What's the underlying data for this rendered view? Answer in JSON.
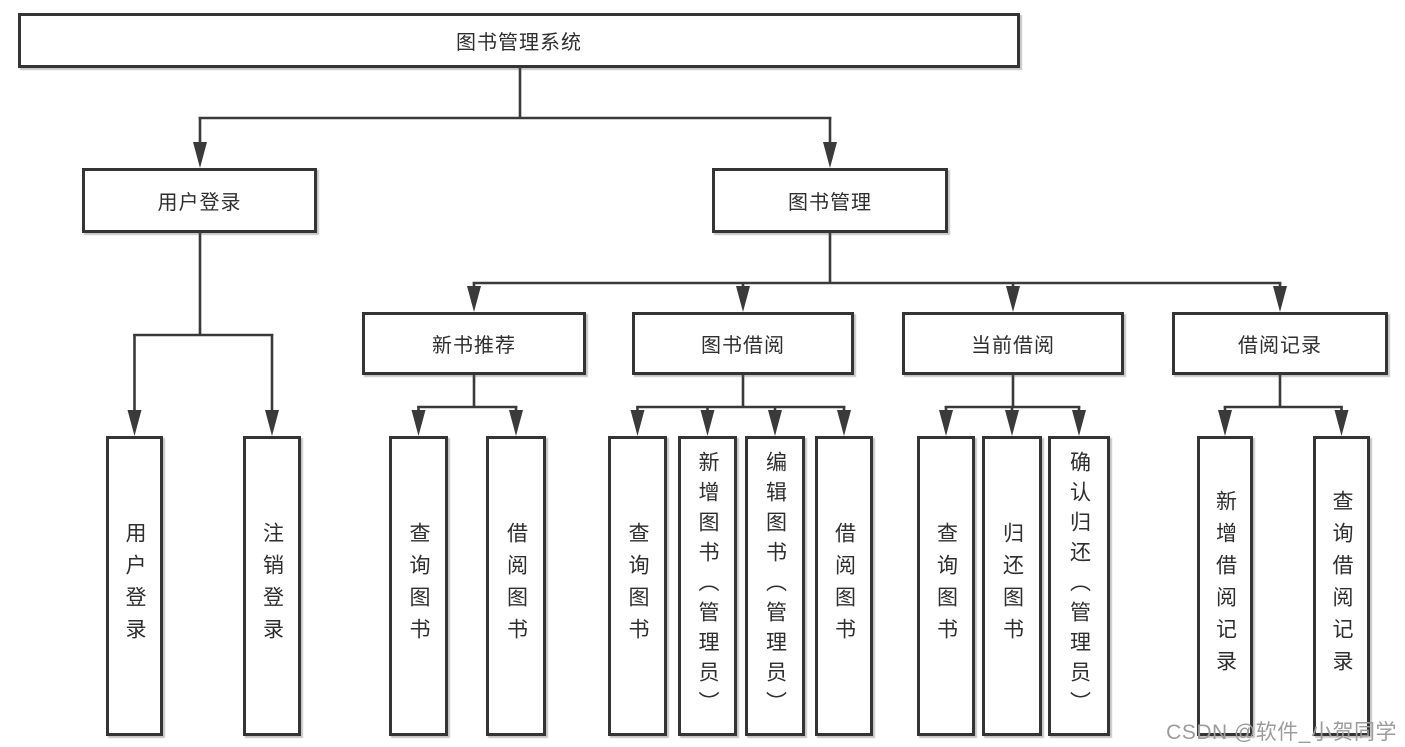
{
  "tree": {
    "root": {
      "label": "图书管理系统",
      "children": [
        {
          "label": "用户登录",
          "children": [
            {
              "label": "用户登录"
            },
            {
              "label": "注销登录"
            }
          ]
        },
        {
          "label": "图书管理",
          "children": [
            {
              "label": "新书推荐",
              "children": [
                {
                  "label": "查询图书"
                },
                {
                  "label": "借阅图书"
                }
              ]
            },
            {
              "label": "图书借阅",
              "children": [
                {
                  "label": "查询图书"
                },
                {
                  "label": "新增图书（管理员）"
                },
                {
                  "label": "编辑图书（管理员）"
                },
                {
                  "label": "借阅图书"
                }
              ]
            },
            {
              "label": "当前借阅",
              "children": [
                {
                  "label": "查询图书"
                },
                {
                  "label": "归还图书"
                },
                {
                  "label": "确认归还（管理员）"
                }
              ]
            },
            {
              "label": "借阅记录",
              "children": [
                {
                  "label": "新增借阅记录"
                },
                {
                  "label": "查询借阅记录"
                }
              ]
            }
          ]
        }
      ]
    }
  },
  "watermark": {
    "text": "CSDN @软件_小贺同学"
  },
  "colors": {
    "line": "#3a3a3a",
    "box_border": "#343434",
    "text": "#2e2e2e",
    "watermark": "#9c9c9c",
    "background": "#ffffff"
  }
}
